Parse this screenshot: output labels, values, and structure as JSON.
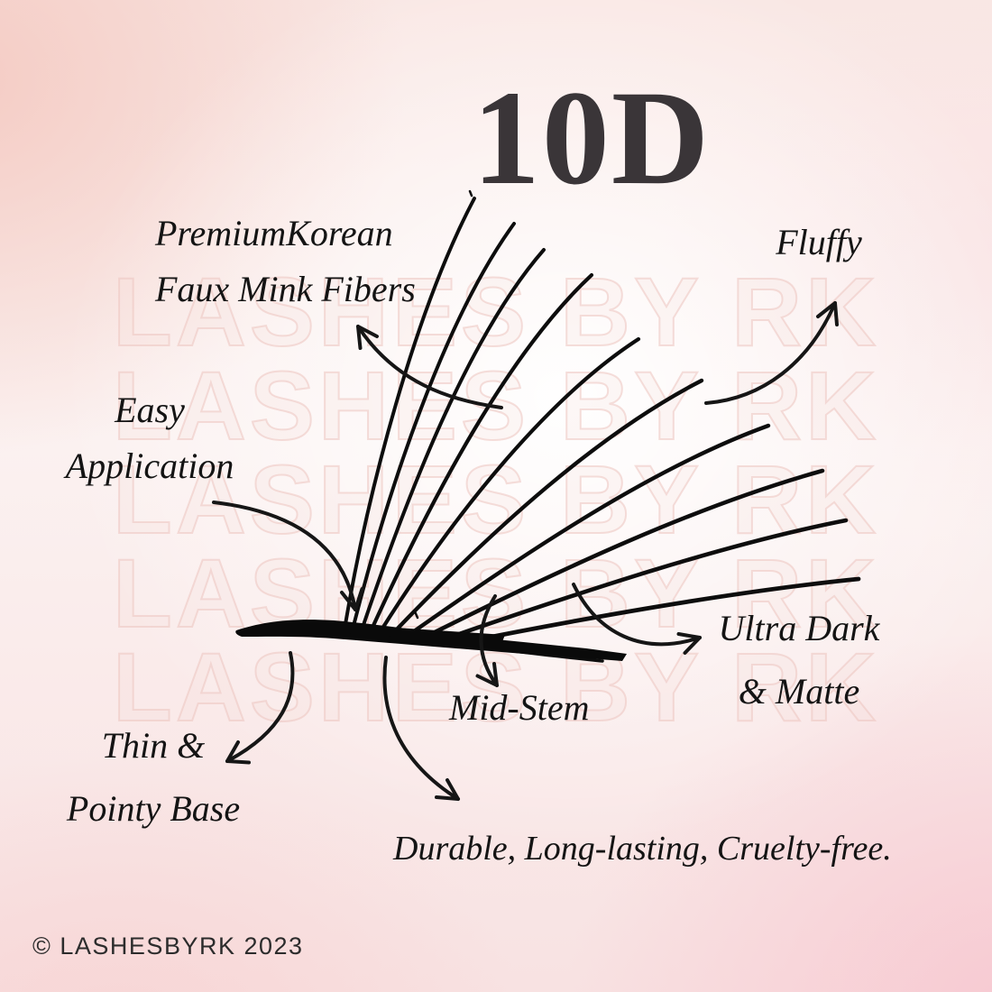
{
  "poster": {
    "title": "10D",
    "watermark_text": "LASHES BY RK",
    "copyright": "© LASHESBYRK 2023",
    "colors": {
      "background_pink_top_left": "#f5d2cc",
      "background_rose_bottom_right": "#f8d0d6",
      "background_center": "#fefcfc",
      "watermark_outline": "#eec4bf",
      "title_ink": "#3a3538",
      "label_ink": "#141414",
      "lash_ink": "#0d0d0d"
    },
    "labels": {
      "premium_korean": {
        "word1": "Premium",
        "word2": "Korean",
        "line2": "Faux Mink Fibers"
      },
      "fluffy": "Fluffy",
      "easy_application": {
        "line1": "Easy",
        "line2": "Application"
      },
      "ultra_dark_matte": {
        "line1": "Ultra Dark",
        "line2": "& Matte"
      },
      "mid_stem": "Mid-Stem",
      "thin_pointy_base": {
        "line1": "Thin &",
        "line2": "Pointy Base"
      },
      "durable": "Durable, Long-lasting, Cruelty-free."
    }
  }
}
